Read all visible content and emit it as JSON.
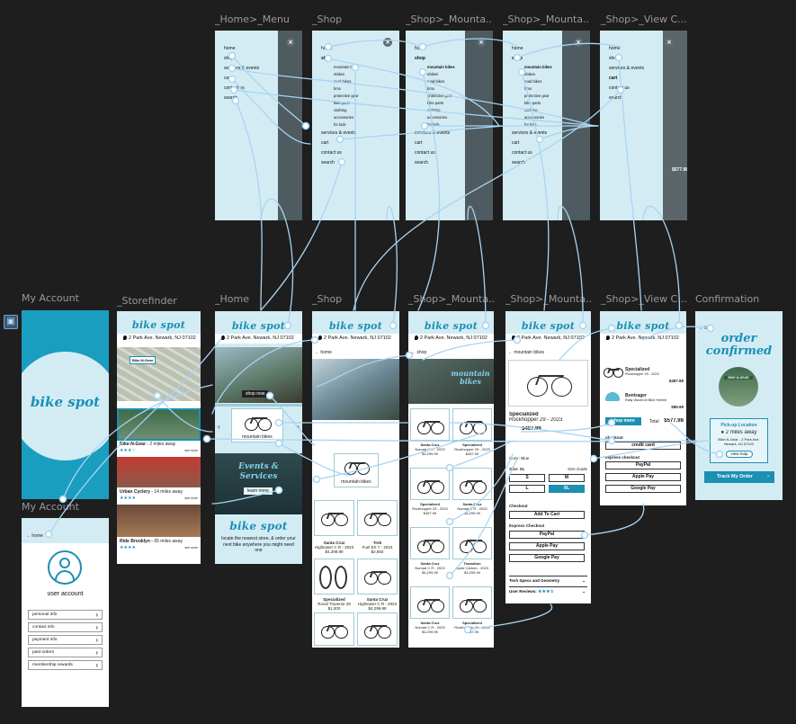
{
  "labels": {
    "home_menu": "_Home>_Menu",
    "shop_top": "_Shop",
    "shop_mountain_top": "_Shop>_Mounta...",
    "shop_mountain_top2": "_Shop>_Mounta...",
    "shop_view_cart_top": "_Shop>_View C...",
    "my_account": "My Account",
    "storefinder": "_Storefinder",
    "home": "_Home",
    "shop_bottom": "_Shop",
    "shop_mountain_bottom": "_Shop>_Mounta...",
    "shop_mountain_bottom2": "_Shop>_Mounta...",
    "shop_view_cart_bottom": "_Shop>_View C...",
    "confirmation": "Confirmation",
    "my_account2": "My Account"
  },
  "brand": "bike spot",
  "address": "2 Park Ave. Newark, NJ 07102",
  "menu": {
    "home": "home",
    "shop": "shop",
    "services": "services & events",
    "cart": "cart",
    "contact": "contact us",
    "search": "search",
    "shop_sub": [
      "mountain bikes",
      "ebikes",
      "road bikes",
      "bmx",
      "protective gear",
      "bike parts",
      "clothing",
      "accessories",
      "for kids"
    ]
  },
  "home_screen": {
    "shop_now": "shop now",
    "mountain_bikes": "mountain bikes",
    "events_title": "Events & Services",
    "learn_more": "learn more",
    "locate_text": "locate the nearest store, & order your next bike anywhere you might need one"
  },
  "storefinder": {
    "map_label": "Bike-N-Gear",
    "stores": [
      {
        "name": "Bike-N-Gear",
        "distance": "2 miles away"
      },
      {
        "name": "Urban Cyclery",
        "distance": "14 miles away"
      },
      {
        "name": "Ride Brooklyn",
        "distance": "65 miles away"
      }
    ],
    "see_more": "see more"
  },
  "shop_screen": {
    "back": "home",
    "category": "mountain bikes",
    "products": [
      {
        "name": "Santa Cruz",
        "model": "Hightower C R - 2023",
        "price": "$4,299.99"
      },
      {
        "name": "Trek",
        "model": "Fuel EX 7 - 2023",
        "price": "$2,950"
      },
      {
        "name": "Specialized",
        "model": "Roval Traverse 29",
        "price": "$1,200"
      },
      {
        "name": "Santa Cruz",
        "model": "Hightower C R - 2023",
        "price": "$4,299.99"
      }
    ]
  },
  "mountain_screen": {
    "back": "shop",
    "banner": "mountain bikes",
    "products": [
      {
        "name": "Santa Cruz",
        "model": "Nomad C R - 2023",
        "price": "$4,299.99"
      },
      {
        "name": "Specialized",
        "model": "Rockhopper 29 - 2023",
        "price": "$487.99"
      },
      {
        "name": "Specialized",
        "model": "Rockhopper 29 - 2023",
        "price": "$487.99"
      },
      {
        "name": "Santa Cruz",
        "model": "Nomad C R - 2023",
        "price": "$4,299.99"
      },
      {
        "name": "Santa Cruz",
        "model": "Nomad C R - 2023",
        "price": "$4,299.99"
      },
      {
        "name": "Transition",
        "model": "Spire Carbon - 2023",
        "price": "$4,299.99"
      },
      {
        "name": "Santa Cruz",
        "model": "Nomad C R - 2023",
        "price": "$4,299.99"
      },
      {
        "name": "Specialized",
        "model": "Rockhopper 29 - 2023",
        "price": "$487.99"
      }
    ]
  },
  "product_screen": {
    "back": "mountain bikes",
    "brand": "Specialized",
    "model": "Rockhopper 29 - 2023",
    "price": "$487.99",
    "color_label": "Color: Blue",
    "size_label": "Size: XL",
    "size_guide": "Size Guide",
    "sizes": [
      "S",
      "M",
      "L",
      "XL"
    ],
    "checkout": "Checkout",
    "add_to_cart": "Add To Cart",
    "express": "Express Checkout",
    "paypal": "PayPal",
    "applepay": "Apple Pay",
    "googlepay": "Google Pay",
    "tech_specs": "Tech Specs and Geometry",
    "reviews": "User Reviews:"
  },
  "cart_screen": {
    "items": [
      {
        "name": "Specialized",
        "model": "Rockhopper 29 - 2023",
        "price": "$487.99"
      },
      {
        "name": "Bontrager",
        "model": "Rally WaveCel Bike Helmet",
        "price": "$89.99"
      }
    ],
    "shop_more": "shop more",
    "total_label": "Total",
    "total": "$577.98",
    "checkout": "checkout",
    "credit_card": "credit card",
    "express": "express checkout",
    "paypal": "PayPal",
    "applepay": "Apple Pay",
    "googlepay": "Google Pay"
  },
  "confirmation_screen": {
    "back": "back",
    "title": "order confirmed",
    "store_sign": "BIKE-N-GEAR",
    "pickup_title": "Pick-up Location",
    "distance": "2 miles away",
    "store_address": "Bike-N-Gear - 2 Park Ave. Newark, NJ 07102",
    "view_map": "view map",
    "track": "Track My Order"
  },
  "account_screen": {
    "back": "home",
    "user": "user account",
    "items": [
      "personal info",
      "contact info",
      "payment info",
      "past orders",
      "membership rewards"
    ]
  },
  "colors": {
    "canvas": "#1e1e1e",
    "screen": "#d3ecf4",
    "accent": "#1d8fb3",
    "connector": "#a9d4f2"
  }
}
